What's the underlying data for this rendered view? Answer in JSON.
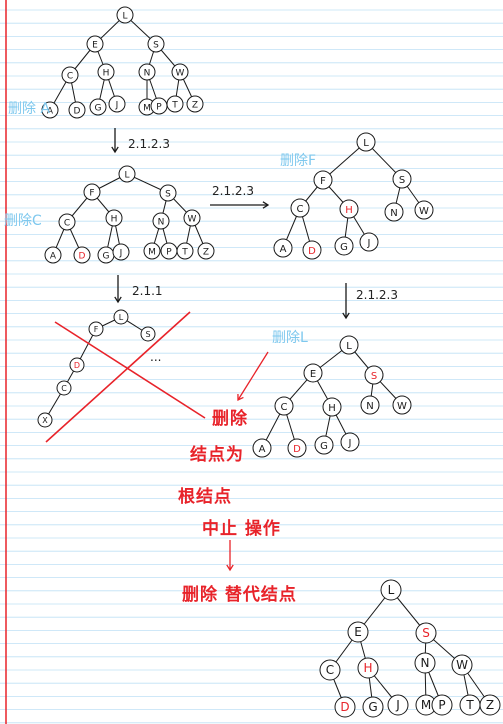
{
  "annotations": {
    "delete_a": "删除 A",
    "step_2123_a": "2.1.2.3",
    "delete_c": "删除C",
    "step_2123_b": "2.1.2.3",
    "delete_f": "删除F",
    "step_211": "2.1.1",
    "step_2123_c": "2.1.2.3",
    "delete_l": "删除L",
    "red_delete_label": "删除",
    "red_node_label": "结点为",
    "red_root_label": "根结点",
    "red_stop_label": "中止 操作",
    "red_replace_label": "删除 替代结点"
  },
  "colors": {
    "ink": "#1a1a1a",
    "red": "#e8232a",
    "blue": "#7ec8ee",
    "rule_line": "#bfe1f5",
    "margin_line": "#e8232a"
  },
  "trees": {
    "t1": {
      "nodes": [
        "L",
        "E",
        "S",
        "C",
        "H",
        "N",
        "W",
        "A",
        "D",
        "G",
        "J",
        "M",
        "P",
        "T",
        "Z"
      ],
      "red_nodes": []
    },
    "t2": {
      "nodes": [
        "L",
        "F",
        "S",
        "C",
        "H",
        "N",
        "W",
        "A",
        "D",
        "G",
        "J",
        "M",
        "P",
        "T",
        "Z"
      ],
      "red_nodes": [
        "D"
      ]
    },
    "t3": {
      "nodes": [
        "L",
        "F",
        "S",
        "C",
        "H",
        "A",
        "D",
        "G",
        "J",
        "N",
        "W"
      ],
      "red_nodes": [
        "D",
        "H"
      ]
    },
    "t4": {
      "nodes": [
        "L",
        "F",
        "S",
        "D",
        "C",
        "X"
      ],
      "red_nodes": [
        "D"
      ],
      "ellipsis": "..."
    },
    "t5": {
      "nodes": [
        "L",
        "E",
        "S",
        "C",
        "H",
        "N",
        "W",
        "A",
        "D",
        "G",
        "J"
      ],
      "red_nodes": [
        "S",
        "D"
      ]
    },
    "t6": {
      "nodes": [
        "L",
        "E",
        "S",
        "C",
        "H",
        "N",
        "W",
        "D",
        "G",
        "J",
        "M",
        "P",
        "T",
        "Z"
      ],
      "red_nodes": [
        "S",
        "H",
        "D"
      ]
    }
  }
}
